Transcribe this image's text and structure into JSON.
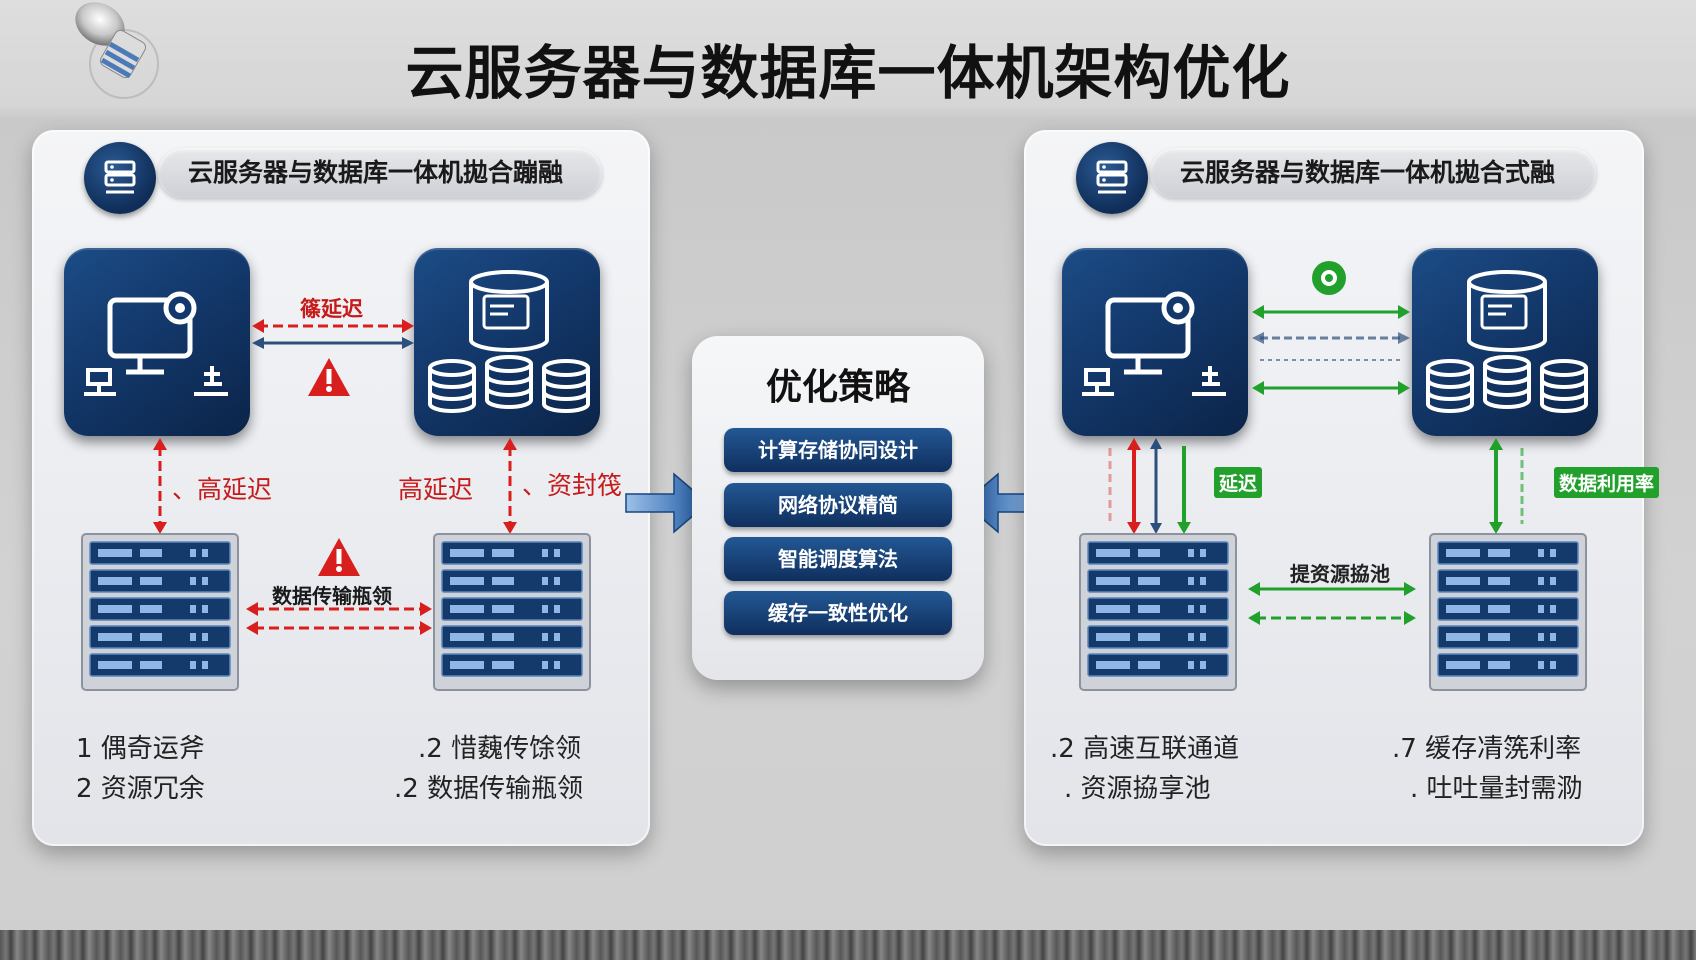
{
  "title": "云服务器与数据库一体机架构优化",
  "left_panel": {
    "header": "云服务器与数据库一体机拋合蹦融",
    "labels": {
      "top_link": "篠延迟",
      "left_vertical": "、高延迟",
      "right_vertical_a": "高延迟",
      "right_vertical_b": "、资封筏",
      "bottom_link": "数据传输瓶领"
    },
    "bullets": [
      "1  偶奇运斧",
      "2 资源冗余",
      ".2  惜蘶传馀领",
      ".2 数据传输瓶领"
    ]
  },
  "center_panel": {
    "title": "优化策略",
    "strategies": [
      "计算存储协同设计",
      "网络协议精简",
      "智能调度算法",
      "缓存一致性优化"
    ]
  },
  "right_panel": {
    "header": "云服务器与数据库一体机拋合式融",
    "labels": {
      "left_vertical_tag": "延迟",
      "right_vertical_tag": "数据利用率",
      "bottom_link": "提资源拹池"
    },
    "bullets": [
      ".2 高速互联通道",
      ". 资源拹享池",
      ".7 缓存凊箲利率",
      ". 吐吐量封需泐"
    ]
  },
  "colors": {
    "navy": "#13386b",
    "alert_red": "#d91e1e",
    "link_blue": "#2d4f7c",
    "ok_green": "#21a12b"
  }
}
